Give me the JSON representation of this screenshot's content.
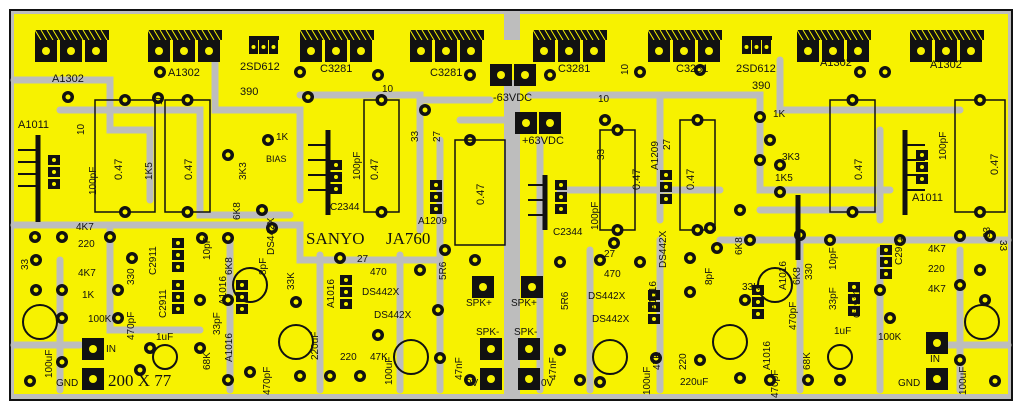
{
  "board": {
    "title_brand": "SANYO",
    "title_model": "JA760",
    "size_label": "200 X 77",
    "colors": {
      "copper": "#f7f200",
      "substrate": "#bdbdbd",
      "silk": "#111111"
    }
  },
  "power": {
    "neg": "-63VDC",
    "pos": "+63VDC"
  },
  "outputs": [
    {
      "label": "A1302"
    },
    {
      "label": "A1302"
    },
    {
      "label": "C3281"
    },
    {
      "label": "C3281"
    },
    {
      "label": "C3281"
    },
    {
      "label": "C3281"
    },
    {
      "label": "A1302"
    },
    {
      "label": "A1302"
    }
  ],
  "drivers": [
    {
      "label": "2SD612"
    },
    {
      "label": "2SD612"
    }
  ],
  "labels": {
    "a1011_l": "A1011",
    "a1011_r": "A1011",
    "r10": "10",
    "r390": "390",
    "r1k": "1K",
    "bias": "BIAS",
    "r3k3": "3K3",
    "r1k5": "1K5",
    "r047": "0.47",
    "r33": "33",
    "r27": "27",
    "r6k8": "6K8",
    "c100pf": "100pF",
    "c2344": "C2344",
    "a1209": "A1209",
    "ds442x": "DS442X",
    "c2911": "C2911",
    "a1016": "A1016",
    "r4k7": "4K7",
    "r220": "220",
    "r330": "330",
    "r100k": "100K",
    "r68k": "68K",
    "r47k": "47K",
    "r33k": "33K",
    "r470": "470",
    "r5r6": "5R6",
    "c470pf": "470pF",
    "c33pf": "33pF",
    "c10pf": "10pF",
    "c8pf": "8pF",
    "c1uf": "1uF",
    "c100uf": "100uF",
    "c220uf": "220uF",
    "c47nf": "47nF",
    "in": "IN",
    "gnd": "GND",
    "spk_plus": "SPK+",
    "spk_minus": "SPK-",
    "zero_v": "0V"
  }
}
